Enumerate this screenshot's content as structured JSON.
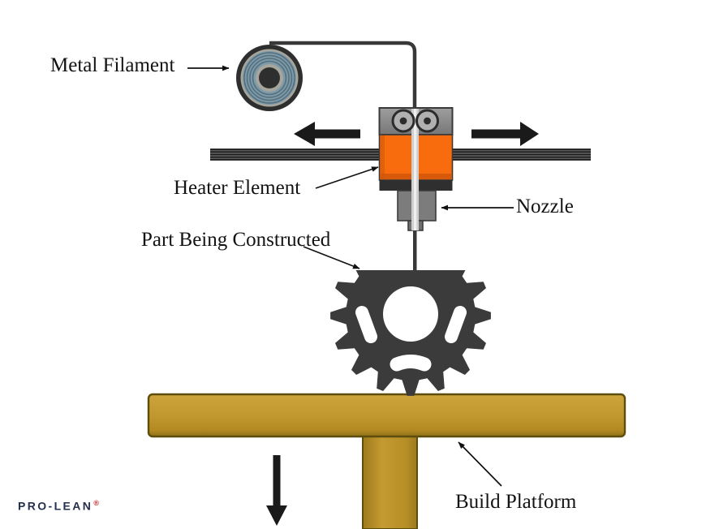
{
  "figure": {
    "title": "Fused deposition 3D printing process diagram",
    "labels": {
      "metal_filament": "Metal Filament",
      "heater_element": "Heater Element",
      "nozzle": "Nozzle",
      "part_being_constructed": "Part Being Constructed",
      "build_platform": "Build Platform"
    },
    "logo": {
      "brand": "PRO-LEAN",
      "registered": "®"
    },
    "icons": {
      "head_motion_left": "arrow-left",
      "head_motion_right": "arrow-right",
      "platform_motion_down": "arrow-down",
      "leader_pointer": "thin-arrow"
    },
    "colors": {
      "heater_orange": "#f96c0d",
      "heater_orange_dark": "#d4560a",
      "platform_gold": "#c0962e",
      "platform_outline": "#5e4e0d",
      "part_gray": "#3b3b3b",
      "spool_blue": "#7e99a8",
      "spool_ring_dark": "#2e2e2e",
      "head_gray": "#8c8c8c",
      "nozzle_gray": "#7c7c7c",
      "arrow_black": "#1a1a1a",
      "logo_navy": "#242e4e",
      "registered_red": "#c42525"
    }
  }
}
